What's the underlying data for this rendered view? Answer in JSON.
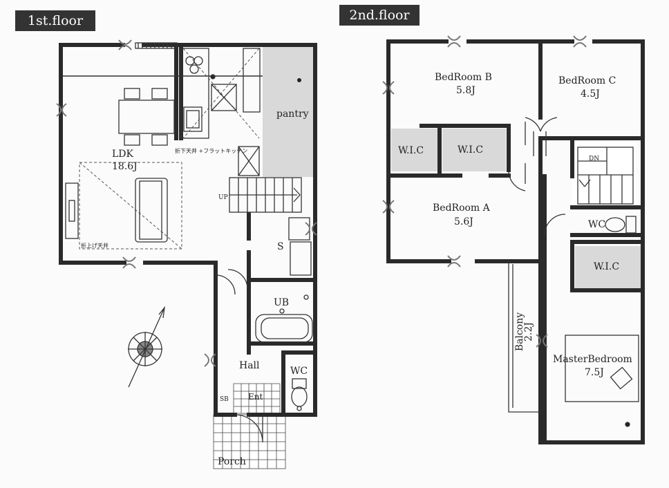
{
  "floor1": {
    "title": "1st.floor",
    "rooms": {
      "ldk_name": "LDK",
      "ldk_size": "18.6J",
      "pantry": "pantry",
      "storage": "S",
      "bath": "UB",
      "hall": "Hall",
      "wc": "WC",
      "shoe_box": "SB",
      "entrance": "Ent",
      "porch": "Porch",
      "stairs_up": "UP"
    },
    "notes": {
      "ceiling_kitchen": "折下天井 +フラットキッチン",
      "ceiling_living": "折上げ天井"
    }
  },
  "floor2": {
    "title": "2nd.floor",
    "rooms": {
      "bed_b_name": "BedRoom B",
      "bed_b_size": "5.8J",
      "bed_c_name": "BedRoom C",
      "bed_c_size": "4.5J",
      "bed_a_name": "BedRoom A",
      "bed_a_size": "5.6J",
      "wic_1": "W.I.C",
      "wic_2": "W.I.C",
      "wic_3": "W.I.C",
      "wc": "WC",
      "balcony_name": "Balcony",
      "balcony_size": "2.2J",
      "master_name": "MasterBedroom",
      "master_size": "7.5J",
      "stairs_dn": "DN"
    }
  }
}
